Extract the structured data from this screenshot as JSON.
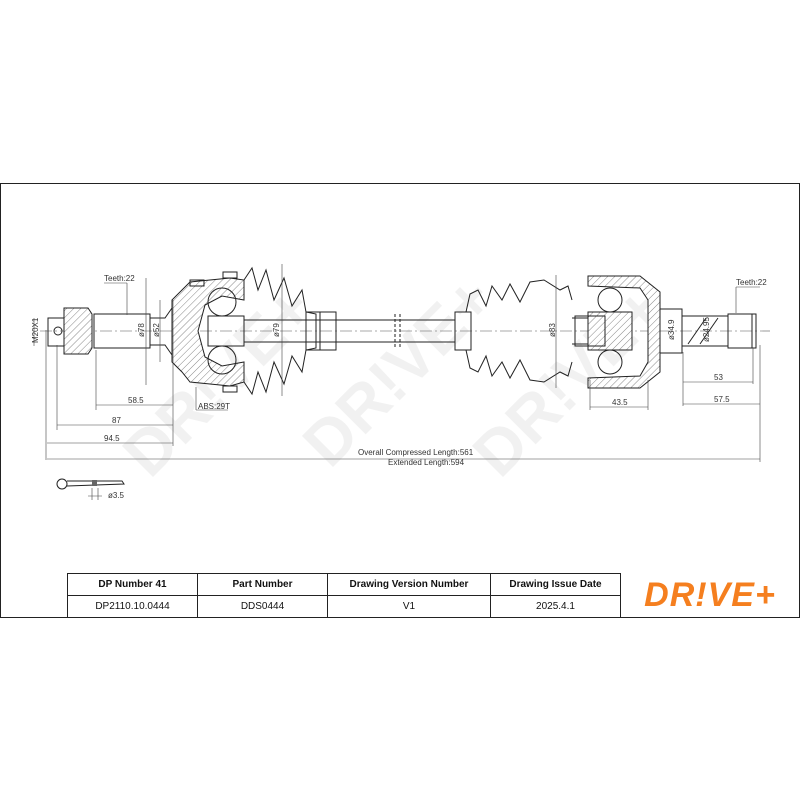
{
  "drawing": {
    "teeth_left": "Teeth:22",
    "teeth_right": "Teeth:22",
    "thread": "M20X1",
    "dia_78": "ø78",
    "dia_52": "ø52",
    "dia_79": "ø79",
    "dia_83": "ø83",
    "dia_34_9": "ø34.9",
    "dia_24_95": "ø24.95",
    "abs": "ABS:29T",
    "dim_58_5": "58.5",
    "dim_87": "87",
    "dim_94_5": "94.5",
    "dim_43_5": "43.5",
    "dim_53": "53",
    "dim_57_5": "57.5",
    "overall_compressed": "Overall  Compressed  Length:561",
    "extended": "Extended  Length:594",
    "pin_dia": "ø3.5",
    "watermark": "DR!VE+"
  },
  "table": {
    "headers": [
      "DP Number 41",
      "Part Number",
      "Drawing Version Number",
      "Drawing Issue Date"
    ],
    "values": [
      "DP2110.10.0444",
      "DDS0444",
      "V1",
      "2025.4.1"
    ]
  },
  "logo": {
    "text": "DR!VE+",
    "color": "#f57f1f"
  }
}
